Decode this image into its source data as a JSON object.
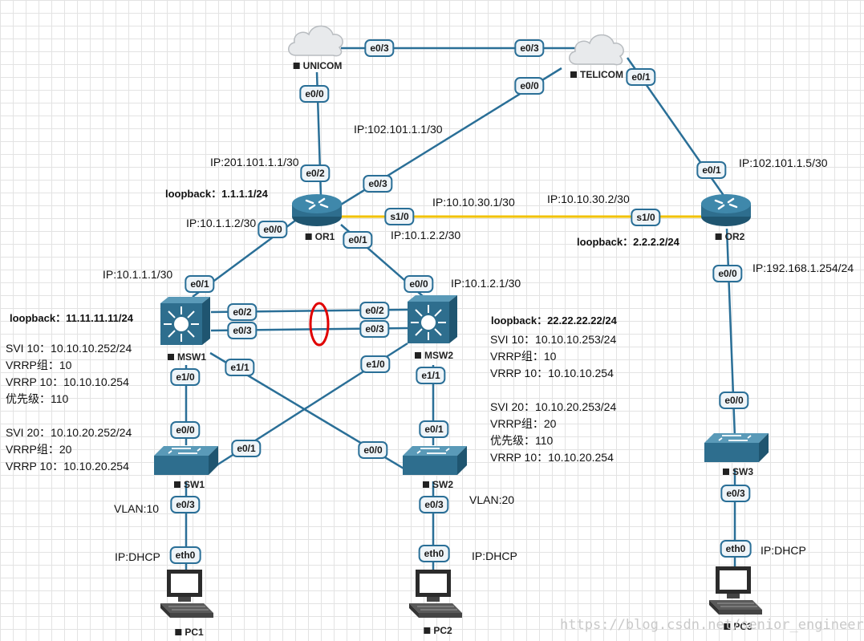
{
  "nodes": {
    "unicom": "UNICOM",
    "telicom": "TELICOM",
    "or1": "OR1",
    "or2": "OR2",
    "msw1": "MSW1",
    "msw2": "MSW2",
    "sw1": "SW1",
    "sw2": "SW2",
    "sw3": "SW3",
    "pc1": "PC1",
    "pc2": "PC2",
    "pc3": "PC3"
  },
  "ports": {
    "unicom_e03": "e0/3",
    "telicom_e03": "e0/3",
    "unicom_e00": "e0/0",
    "telicom_e00": "e0/0",
    "telicom_e01": "e0/1",
    "or1_e02": "e0/2",
    "or1_e03": "e0/3",
    "or1_e00": "e0/0",
    "or1_s10": "s1/0",
    "or1_e01": "e0/1",
    "or2_s10": "s1/0",
    "or2_e01": "e0/1",
    "or2_e00": "e0/0",
    "msw1_e01": "e0/1",
    "msw1_e02": "e0/2",
    "msw1_e03": "e0/3",
    "msw1_e11": "e1/1",
    "msw1_e10": "e1/0",
    "msw2_e00": "e0/0",
    "msw2_e02": "e0/2",
    "msw2_e03": "e0/3",
    "msw2_e10": "e1/0",
    "msw2_e11": "e1/1",
    "sw1_e00": "e0/0",
    "sw1_e01": "e0/1",
    "sw1_e03": "e0/3",
    "sw2_e00": "e0/0",
    "sw2_e01": "e0/1",
    "sw2_e03": "e0/3",
    "sw3_e00": "e0/0",
    "sw3_e03": "e0/3",
    "pc1_eth0": "eth0",
    "pc2_eth0": "eth0",
    "pc3_eth0": "eth0"
  },
  "labels": {
    "ip_or1_telicom": "IP:102.101.1.1/30",
    "ip_or1_unicom": "IP:201.101.1.1/30",
    "ip_or2_telicom": "IP:102.101.1.5/30",
    "loopback_or1": "loopback：1.1.1.1/24",
    "ip_or1_s10": "IP:10.10.30.1/30",
    "ip_or2_s10": "IP:10.10.30.2/30",
    "ip_or1_e00": "IP:10.1.1.2/30",
    "ip_or1_e01": "IP:10.1.2.2/30",
    "loopback_or2": "loopback：2.2.2.2/24",
    "ip_or2_e00": "IP:192.168.1.254/24",
    "ip_msw1_e01": "IP:10.1.1.1/30",
    "ip_msw2_e00": "IP:10.1.2.1/30",
    "loopback_msw1": "loopback：11.11.11.11/24",
    "loopback_msw2": "loopback：22.22.22.22/24",
    "vlan_sw1": "VLAN:10",
    "vlan_sw2": "VLAN:20",
    "pc1_ip": "IP:DHCP",
    "pc2_ip": "IP:DHCP",
    "pc3_ip": "IP:DHCP"
  },
  "msw1_info": [
    "SVI 10：10.10.10.252/24",
    "VRRP组：10",
    "VRRP 10：10.10.10.254",
    "优先级：110",
    "",
    "SVI 20：10.10.20.252/24",
    "VRRP组：20",
    "VRRP 10：10.10.20.254"
  ],
  "msw2_info": [
    "SVI 10：10.10.10.253/24",
    "VRRP组：10",
    "VRRP 10：10.10.10.254",
    "",
    "SVI 20：10.10.20.253/24",
    "VRRP组：20",
    "优先级：110",
    "VRRP 10：10.10.20.254"
  ],
  "watermark": "https://blog.csdn.net/senior_engineer",
  "colors": {
    "link": "#2a6f97",
    "serial": "#f2c200",
    "portchannel_marker": "#e00000",
    "router": "#2e6e8e",
    "switch": "#3a7a9c"
  }
}
